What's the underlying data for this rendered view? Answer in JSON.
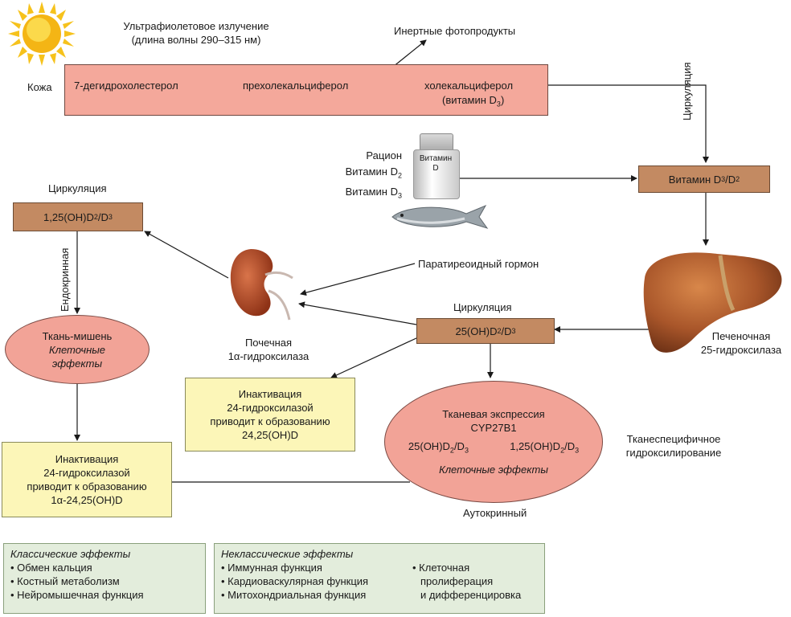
{
  "uv": {
    "line1": "Ультрафиолетовое излучение",
    "line2": "(длина волны 290–315 нм)"
  },
  "inert": "Инертные фотопродукты",
  "skin_label": "Кожа",
  "skin_chain": {
    "step1": "7-дегидрохолестерол",
    "step2": "прехолекальциферол",
    "step3": "холекальциферол",
    "step3_sub_pre": "(витамин D",
    "step3_sub_idx": "3",
    "step3_sub_post": ")"
  },
  "circ_vertical": "Циркуляция",
  "diet": {
    "line1": "Рацион",
    "line2_pre": "Витамин D",
    "line2_idx": "2",
    "line3_pre": "Витамин D",
    "line3_idx": "3",
    "bottle_line1": "Витамин",
    "bottle_line2": "D"
  },
  "vit_d32": {
    "pre": "Витамин D",
    "i1": "3",
    "mid": "/D",
    "i2": "2"
  },
  "liver_label": {
    "line1": "Печеночная",
    "line2": "25-гидроксилаза"
  },
  "circ_25": "Циркуляция",
  "box_25": {
    "pre": "25(OH)D",
    "i1": "2",
    "mid": "/D",
    "i2": "3"
  },
  "pth": "Паратиреоидный гормон",
  "kidney_label": {
    "line1": "Почечная",
    "line2": "1α-гидроксилаза"
  },
  "circ_125": "Циркуляция",
  "box_125": {
    "pre": "1,25(OH)D",
    "i1": "2",
    "mid": "/D",
    "i2": "3"
  },
  "endocrine": "Ендокринная",
  "target": {
    "line1": "Ткань-мишень",
    "line2": "Клеточные",
    "line3": "эффекты"
  },
  "inact_left": {
    "line1": "Инактивация",
    "line2": "24-гидроксилазой",
    "line3": "приводит к образованию",
    "line4": "1α-24,25(OH)D"
  },
  "inact_mid": {
    "line1": "Инактивация",
    "line2": "24-гидроксилазой",
    "line3": "приводит к образованию",
    "line4": "24,25(OH)D"
  },
  "tissue": {
    "line1": "Тканевая экспрессия",
    "line2": "CYP27B1",
    "from_pre": "25(OH)D",
    "from_i1": "2",
    "from_mid": "/D",
    "from_i2": "3",
    "to_pre": "1,25(OH)D",
    "to_i1": "2",
    "to_mid": "/D",
    "to_i2": "3",
    "line4": "Клеточные эффекты"
  },
  "tissue_specific": {
    "line1": "Тканеспецифичное",
    "line2": "гидроксилирование"
  },
  "autocrine": "Аутокринный",
  "classic": {
    "title": "Классические эффекты",
    "items": [
      "Обмен кальция",
      "Костный метаболизм",
      "Нейромышечная функция"
    ]
  },
  "nonclassic": {
    "title": "Неклассические эффекты",
    "col1": [
      "Иммунная функция",
      "Кардиоваскулярная функция",
      "Митохондриальная функция"
    ],
    "col2": [
      "Клеточная",
      "пролиферация",
      "и дифференцировка"
    ]
  },
  "colors": {
    "brown_box": "#c38a62",
    "skin_box": "#f4a89b",
    "yellow_box": "#fcf6b8",
    "ellipse": "#f2a397",
    "panel": "#e3eddc"
  }
}
